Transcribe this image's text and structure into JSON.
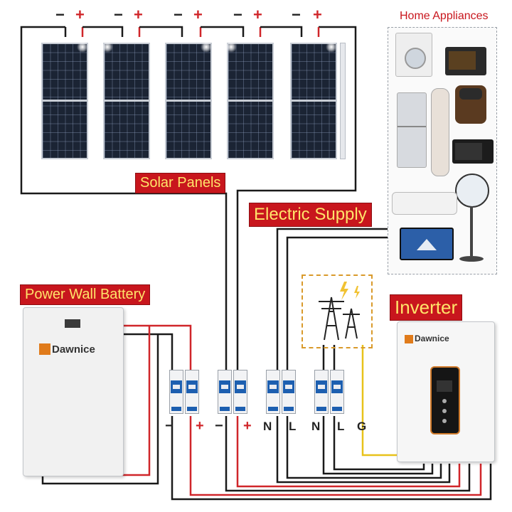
{
  "title_labels": {
    "solar_panels": "Solar Panels",
    "electric_supply": "Electric Supply",
    "power_wall_battery": "Power Wall Battery",
    "inverter": "Inverter",
    "home_appliances": "Home Appliances"
  },
  "brand": "Dawnice",
  "panel_polarity": {
    "minus": "−",
    "plus": "+"
  },
  "breaker_terminals": [
    "−",
    "+",
    "−",
    "+",
    "N",
    "L",
    "N",
    "L",
    "G"
  ],
  "colors": {
    "label_bg": "#c8161d",
    "label_text": "#ffe46a",
    "wire_black": "#1a1a1a",
    "wire_red": "#d0262a",
    "wire_yellow": "#e8c21a",
    "breaker_blue": "#1d5fb0"
  },
  "icons": [
    "solar-panel-icon",
    "power-tower-icon",
    "lightning-icon",
    "washing-machine-icon",
    "oven-icon",
    "refrigerator-icon",
    "air-purifier-icon",
    "rice-cooker-icon",
    "microwave-icon",
    "fan-icon",
    "air-conditioner-icon",
    "television-icon"
  ]
}
